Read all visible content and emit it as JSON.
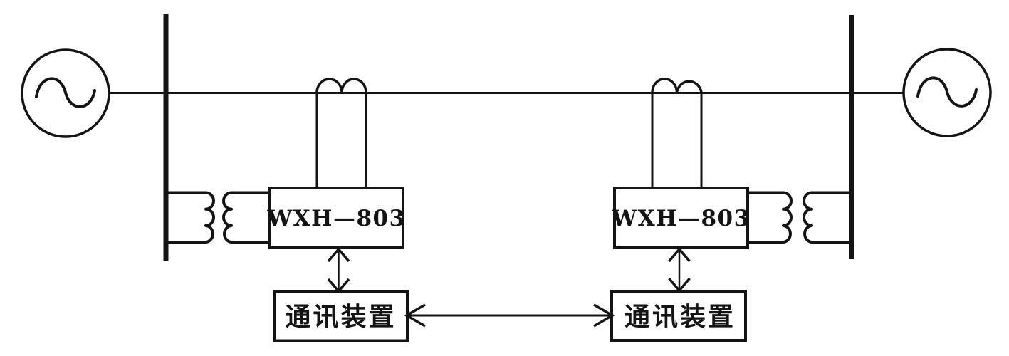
{
  "colors": {
    "ink": "#141414",
    "background": "#ffffff"
  },
  "stations": {
    "left": {
      "relay_label": "WXH—803",
      "comm_label": "通讯装置"
    },
    "right": {
      "relay_label": "WXH—803",
      "comm_label": "通讯装置"
    }
  },
  "symbols": {
    "left_generator": "generator-icon",
    "right_generator": "generator-icon",
    "left_busbar": "busbar",
    "right_busbar": "busbar",
    "left_ct": "current-transformer-icon",
    "right_ct": "current-transformer-icon",
    "left_pt": "voltage-transformer-icon",
    "right_pt": "voltage-transformer-icon",
    "relay_to_comm_link": "double-arrow",
    "comm_channel_link": "double-arrow"
  }
}
